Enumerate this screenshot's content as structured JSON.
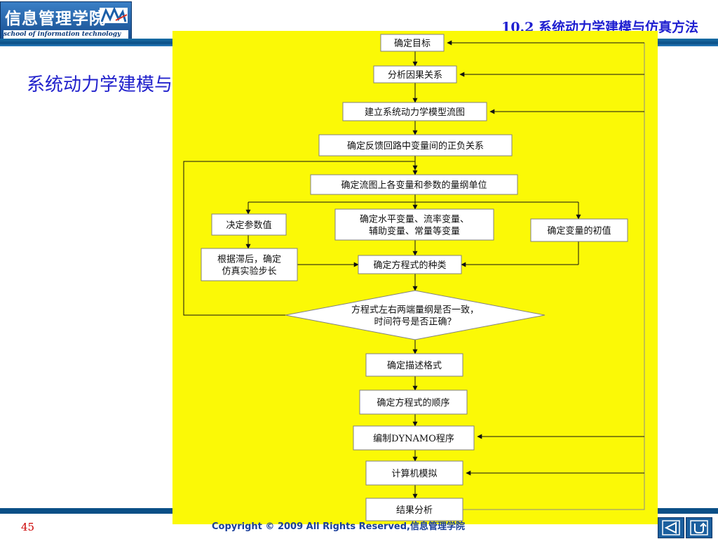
{
  "header": {
    "logo_text": "信息管理学院",
    "logo_subtitle": "school of information technology",
    "section_title": "10.2 系统动力学建模与仿真方法"
  },
  "slide": {
    "title": "系统动力学建模与仿真流程"
  },
  "flowchart": {
    "nodes": [
      {
        "id": "n1",
        "lines": [
          "确定目标"
        ]
      },
      {
        "id": "n2",
        "lines": [
          "分析因果关系"
        ]
      },
      {
        "id": "n3",
        "lines": [
          "建立系统动力学模型流图"
        ]
      },
      {
        "id": "n4",
        "lines": [
          "确定反馈回路中变量间的正负关系"
        ]
      },
      {
        "id": "n5",
        "lines": [
          "确定流图上各变量和参数的量纲单位"
        ]
      },
      {
        "id": "n6",
        "lines": [
          "决定参数值"
        ]
      },
      {
        "id": "n7",
        "lines": [
          "确定水平变量、流率变量、",
          "辅助变量、常量等变量"
        ]
      },
      {
        "id": "n8",
        "lines": [
          "确定变量的初值"
        ]
      },
      {
        "id": "n9",
        "lines": [
          "根据滞后，确定",
          "仿真实验步长"
        ]
      },
      {
        "id": "n10",
        "lines": [
          "确定方程式的种类"
        ]
      },
      {
        "id": "n11",
        "lines": [
          "方程式左右两端量纲是否一致，",
          "时间符号是否正确？"
        ]
      },
      {
        "id": "n12",
        "lines": [
          "确定描述格式"
        ]
      },
      {
        "id": "n13",
        "lines": [
          "确定方程式的顺序"
        ]
      },
      {
        "id": "n14",
        "lines": [
          "编制DYNAMO程序"
        ]
      },
      {
        "id": "n15",
        "lines": [
          "计算机模拟"
        ]
      },
      {
        "id": "n16",
        "lines": [
          "结果分析"
        ]
      }
    ]
  },
  "footer": {
    "page_number": "45",
    "copyright": "Copyright © 2009 All Rights Reserved,信息管理学院"
  },
  "nav": {
    "prev_icon": "triangle-left-icon",
    "return_icon": "return-arrow-icon"
  }
}
